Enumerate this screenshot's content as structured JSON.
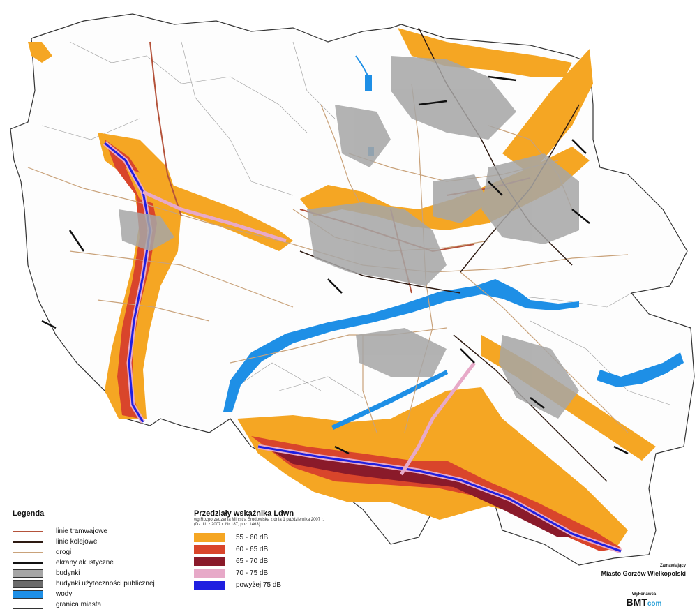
{
  "legend": {
    "title": "Legenda",
    "items": [
      {
        "label": "linie tramwajowe",
        "symbol": "line",
        "color": "#b4523a",
        "icon": "tram-line-icon"
      },
      {
        "label": "linie kolejowe",
        "symbol": "line",
        "color": "#2d1a12",
        "icon": "rail-line-icon"
      },
      {
        "label": "drogi",
        "symbol": "line",
        "color": "#c9a27a",
        "icon": "road-icon"
      },
      {
        "label": "ekrany akustyczne",
        "symbol": "line",
        "color": "#111111",
        "icon": "noise-barrier-icon"
      },
      {
        "label": "budynki",
        "symbol": "box",
        "color": "#a6a6a6",
        "icon": "building-icon"
      },
      {
        "label": "budynki użyteczności publicznej",
        "symbol": "box",
        "color": "#6b6b6b",
        "icon": "public-building-icon"
      },
      {
        "label": "wody",
        "symbol": "box",
        "color": "#1e8fe6",
        "icon": "water-icon"
      },
      {
        "label": "granica miasta",
        "symbol": "box",
        "color": "#ffffff",
        "icon": "city-boundary-icon"
      }
    ]
  },
  "noise_bands": {
    "title": "Przedziały wskaźnika Ldwn",
    "subtitle_1": "wg Rozporządzenia Ministra Środowiska z dnia 1 października 2007 r.",
    "subtitle_2": "(Dz. U. z 2007 r. Nr 187, poz. 1463)",
    "items": [
      {
        "label": "55 - 60 dB",
        "color": "#f5a623"
      },
      {
        "label": "60 - 65 dB",
        "color": "#d9452b"
      },
      {
        "label": "65 - 70 dB",
        "color": "#8a1a2a"
      },
      {
        "label": "70 - 75 dB",
        "color": "#e7a9c8"
      },
      {
        "label": "powyżej 75 dB",
        "color": "#1f1fe0"
      }
    ]
  },
  "credits": {
    "client_caption": "Zamawiający",
    "client_name": "Miasto Gorzów Wielkopolski",
    "contractor_caption": "Wykonawca",
    "contractor_logo": "BMT",
    "contractor_logo_suffix": "com"
  },
  "map": {
    "water_color": "#1e8fe6",
    "road_color": "#c9a27a",
    "tram_color": "#b4523a",
    "rail_color": "#2d1a12",
    "building_color": "#a6a6a6",
    "boundary_color": "#333333"
  }
}
